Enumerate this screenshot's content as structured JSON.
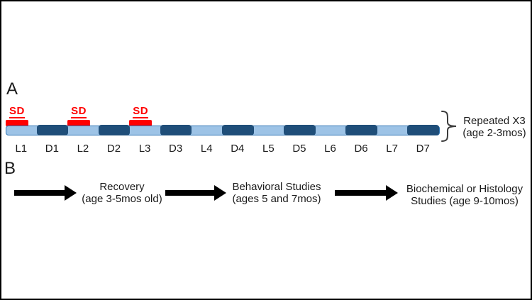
{
  "panel_a": {
    "label": "A",
    "sd_label": "SD",
    "timeline": {
      "segments": [
        {
          "label": "L1",
          "type": "light",
          "sd": true
        },
        {
          "label": "D1",
          "type": "dark",
          "sd": false
        },
        {
          "label": "L2",
          "type": "light",
          "sd": true
        },
        {
          "label": "D2",
          "type": "dark",
          "sd": false
        },
        {
          "label": "L3",
          "type": "light",
          "sd": true
        },
        {
          "label": "D3",
          "type": "dark",
          "sd": false
        },
        {
          "label": "L4",
          "type": "light",
          "sd": false
        },
        {
          "label": "D4",
          "type": "dark",
          "sd": false
        },
        {
          "label": "L5",
          "type": "light",
          "sd": false
        },
        {
          "label": "D5",
          "type": "dark",
          "sd": false
        },
        {
          "label": "L6",
          "type": "light",
          "sd": false
        },
        {
          "label": "D6",
          "type": "dark",
          "sd": false
        },
        {
          "label": "L7",
          "type": "light",
          "sd": false
        },
        {
          "label": "D7",
          "type": "dark",
          "sd": false
        }
      ]
    },
    "note": {
      "line1": "Repeated X3",
      "line2": "(age 2-3mos)"
    }
  },
  "panel_b": {
    "label": "B",
    "steps": [
      {
        "line1": "Recovery",
        "line2": "(age 3-5mos old)"
      },
      {
        "line1": "Behavioral Studies",
        "line2": "(ages 5 and 7mos)"
      },
      {
        "line1": "Biochemical or Histology",
        "line2": "Studies (age 9-10mos)"
      }
    ]
  },
  "colors": {
    "light_blue": "#9DC3E6",
    "dark_blue": "#1F4E79",
    "bar_border": "#2E75B6",
    "red": "#FF0000"
  }
}
